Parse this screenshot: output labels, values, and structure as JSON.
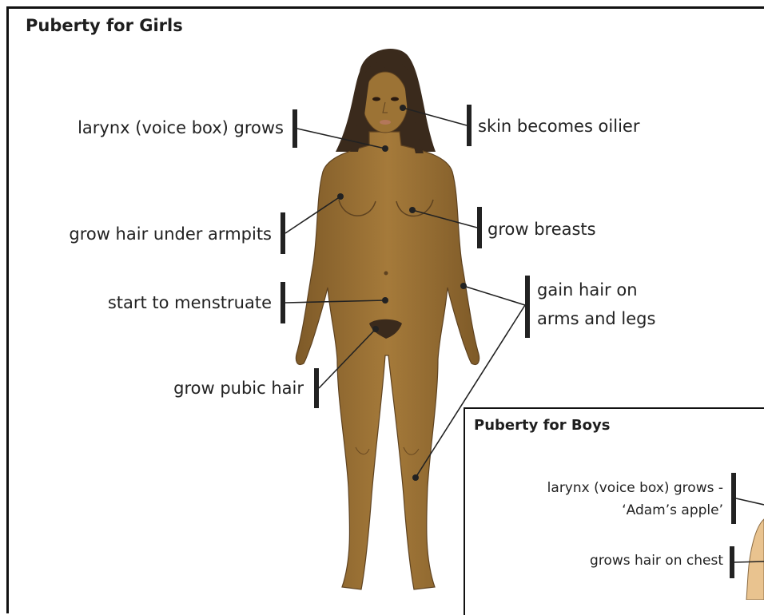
{
  "girls": {
    "title": "Puberty for Girls",
    "labels": {
      "larynx": "larynx (voice box) grows",
      "skin": "skin becomes oilier",
      "armpits": "grow hair under armpits",
      "breasts": "grow breasts",
      "menstruate": "start to menstruate",
      "arms_legs_1": "gain hair on",
      "arms_legs_2": "arms and legs",
      "pubic": "grow pubic hair"
    }
  },
  "boys": {
    "title": "Puberty for Boys",
    "labels": {
      "larynx_1": "larynx (voice box) grows -",
      "larynx_2": "‘Adam’s apple’",
      "chest": "grows hair on chest"
    }
  },
  "colors": {
    "skin": "#9c7335",
    "skin_shadow": "#7e5a28",
    "hair": "#3a2a1c",
    "line": "#222222"
  }
}
